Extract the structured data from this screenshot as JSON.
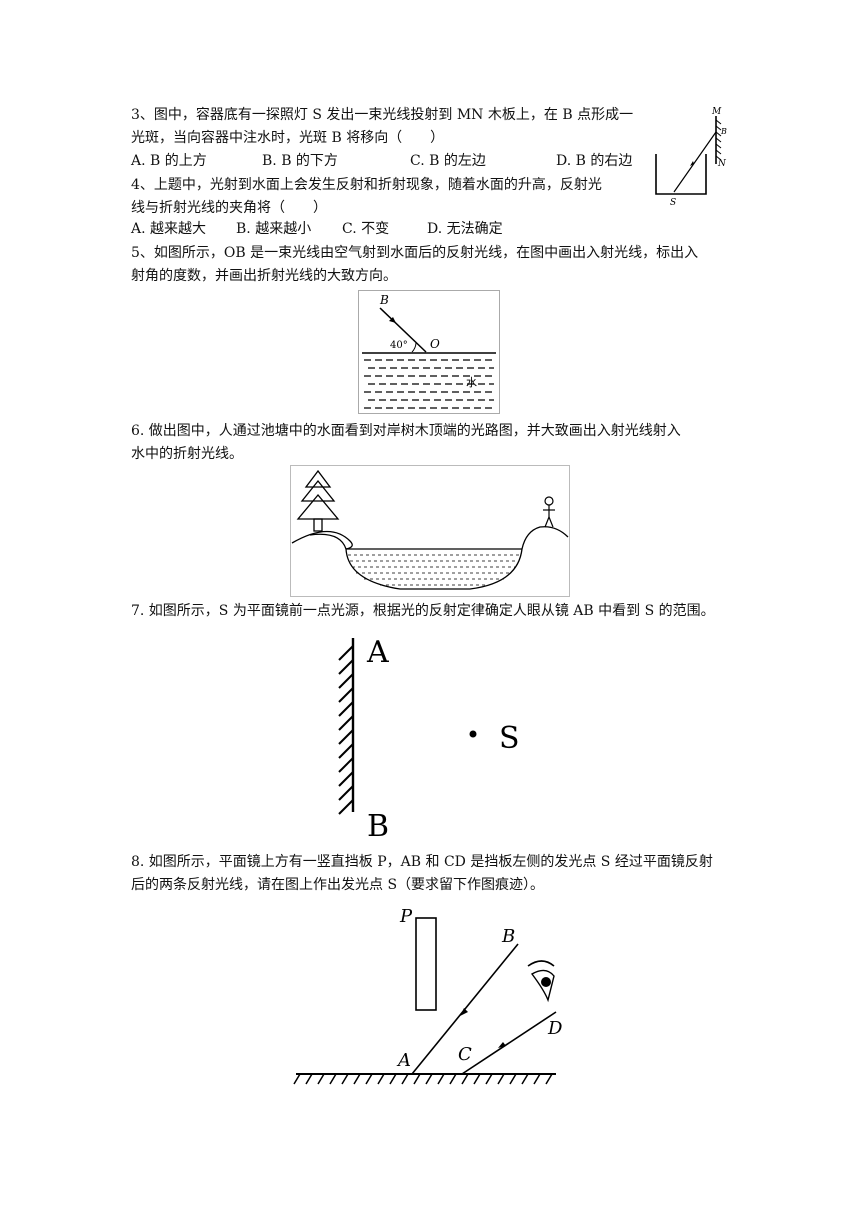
{
  "q3": {
    "line1": "3、图中，容器底有一探照灯 S 发出一束光线投射到 MN 木板上，在 B 点形成一",
    "line2": "光斑，当向容器中注水时，光斑 B 将移向（　　）",
    "optA": "A. B 的上方",
    "optB": "B. B 的下方",
    "optC": "C. B 的左边",
    "optD": "D. B 的右边",
    "fig": {
      "M": "M",
      "B": "B",
      "N": "N",
      "S": "S"
    }
  },
  "q4": {
    "line1": "4、上题中，光射到水面上会发生反射和折射现象，随着水面的升高，反射光",
    "line2": "线与折射光线的夹角将（　　）",
    "optA": "A. 越来越大",
    "optB": "B. 越来越小",
    "optC": "C. 不变",
    "optD": "D. 无法确定"
  },
  "q5": {
    "line1": "5、如图所示，OB 是一束光线由空气射到水面后的反射光线，在图中画出入射光线，标出入",
    "line2": "射角的度数，并画出折射光线的大致方向。",
    "fig": {
      "B": "B",
      "O": "O",
      "angle": "40°",
      "water": "水"
    }
  },
  "q6": {
    "line1": "6. 做出图中，人通过池塘中的水面看到对岸树木顶端的光路图，并大致画出入射光线射入",
    "line2": "水中的折射光线。"
  },
  "q7": {
    "line1": "7. 如图所示，S 为平面镜前一点光源，根据光的反射定律确定人眼从镜 AB 中看到 S 的范围。",
    "fig": {
      "A": "A",
      "B": "B",
      "S": "S"
    }
  },
  "q8": {
    "line1": "8. 如图所示，平面镜上方有一竖直挡板 P，AB 和 CD 是挡板左侧的发光点 S 经过平面镜反射",
    "line2": "后的两条反射光线，请在图上作出发光点 S（要求留下作图痕迹）。",
    "fig": {
      "P": "P",
      "A": "A",
      "B": "B",
      "C": "C",
      "D": "D"
    }
  }
}
